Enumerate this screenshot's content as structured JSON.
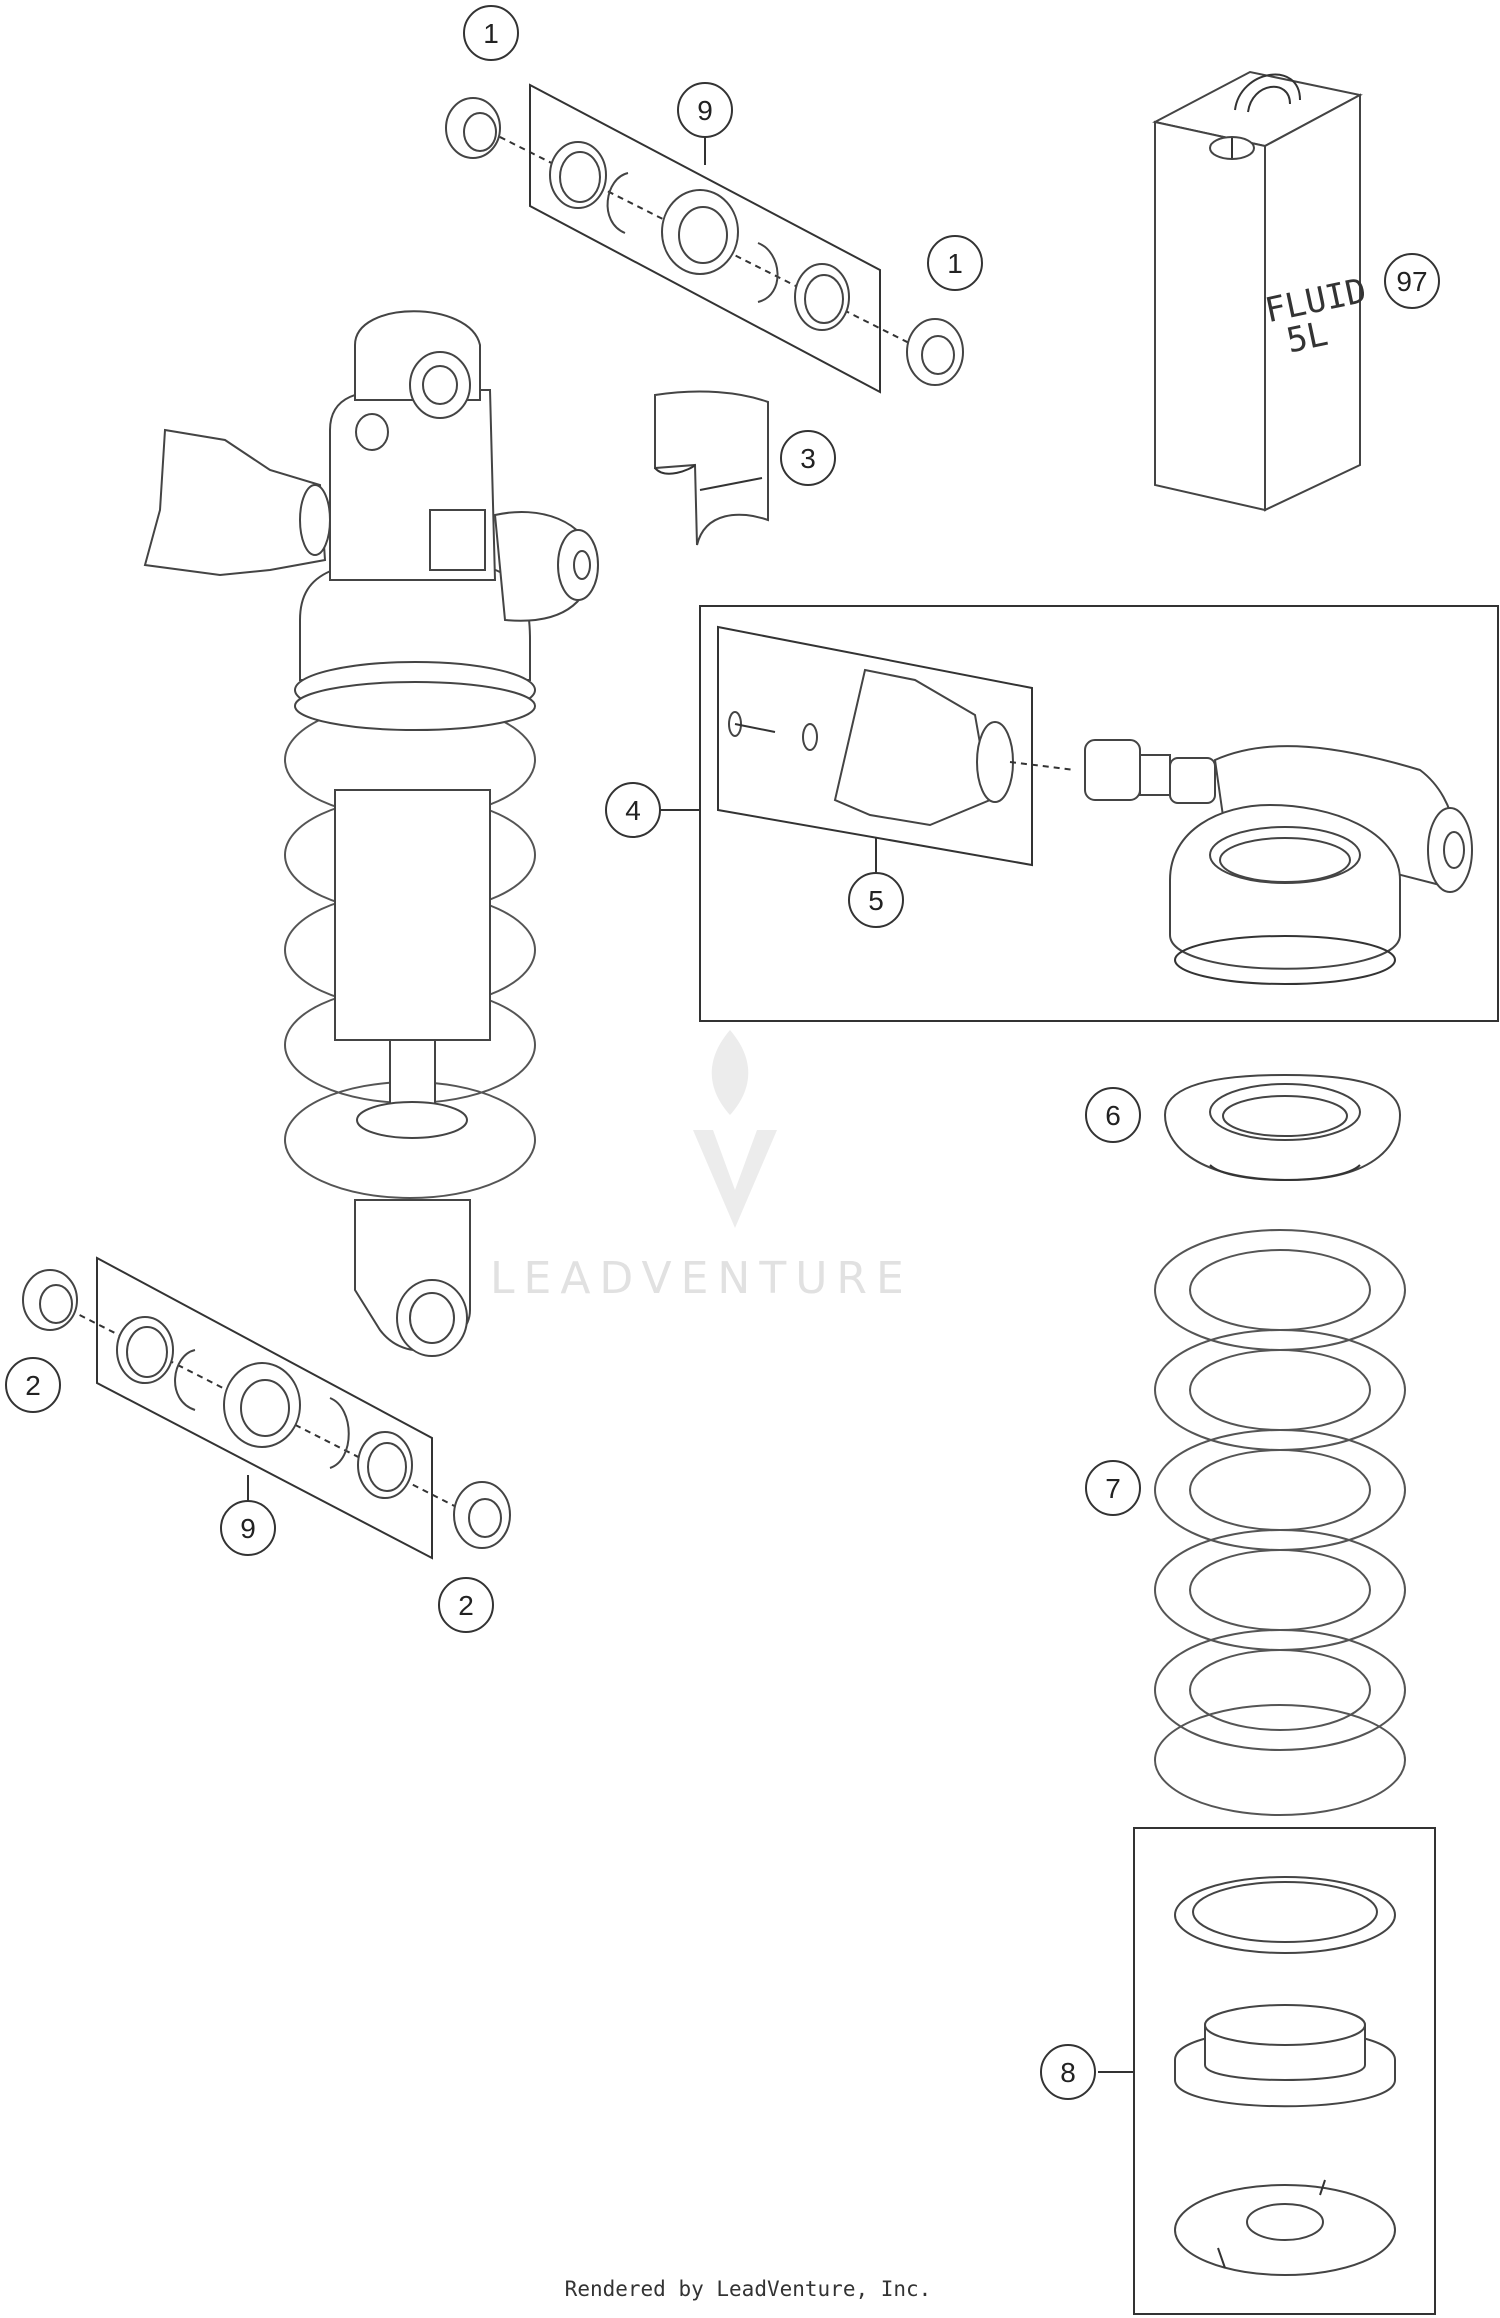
{
  "diagram": {
    "callouts": {
      "c1a": "1",
      "c1b": "1",
      "c2a": "2",
      "c2b": "2",
      "c3": "3",
      "c4": "4",
      "c5": "5",
      "c6": "6",
      "c7": "7",
      "c8": "8",
      "c9a": "9",
      "c9b": "9",
      "c97": "97"
    },
    "fluid_can": {
      "line1": "FLUID",
      "line2": "5L"
    },
    "watermark": "LEADVENTURE",
    "credit": "Rendered by LeadVenture, Inc."
  },
  "colors": {
    "line": "#333333",
    "watermark": "#e1e1e1",
    "background": "#ffffff"
  }
}
